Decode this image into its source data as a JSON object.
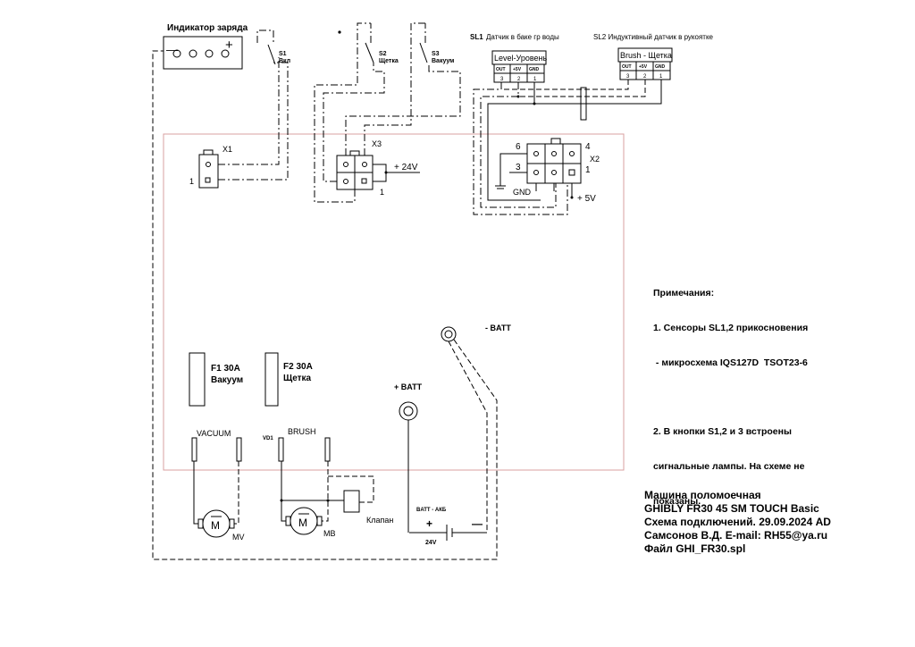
{
  "charge_indicator": {
    "label": "Индикатор заряда",
    "minus": "—",
    "plus": "+"
  },
  "switches": {
    "s1": {
      "id": "S1",
      "name": "Вкл"
    },
    "s2": {
      "id": "S2",
      "name": "Щетка"
    },
    "s3": {
      "id": "S3",
      "name": "Вакуум"
    }
  },
  "sensors": {
    "sl1_id": "SL1",
    "sl1_desc": "Датчик в баке гр воды",
    "sl2": "SL2  Индуктивный датчик в рукоятке",
    "level_title": "Level-Уровень",
    "brush_title": "Brush - Щетка",
    "pins": [
      "OUT",
      "+5V",
      "GND"
    ],
    "pin_nums": [
      "3",
      "2",
      "1"
    ]
  },
  "connectors": {
    "x1": "X1",
    "x1_pin": "1",
    "x3": "X3",
    "x3_pin": "1",
    "x3_power": "+ 24V",
    "x2": "X2",
    "x2_pin6": "6",
    "x2_pin4": "4",
    "x2_pin3": "3",
    "x2_pin1": "1",
    "gnd": "GND",
    "plus5": "+ 5V"
  },
  "notes": {
    "title": "Примечания:",
    "line1": "1. Сенсоры SL1,2 прикосновения",
    "line2": " - микросхема IQS127D  TSOT23-6",
    "line3": "2. В кнопки S1,2 и 3 встроены",
    "line4": "сигнальные лампы. На схеме не",
    "line5": "показаны."
  },
  "battery": {
    "minus": "- BATT",
    "plus": "+ BATT",
    "akb": "BATT - АКБ",
    "voltage": "24V",
    "plus_sign": "+",
    "minus_sign": "—"
  },
  "fuses": {
    "f1_id": "F1  30A",
    "f1_name": "Вакуум",
    "f2_id": "F2  30A",
    "f2_name": "Щетка"
  },
  "motors": {
    "vacuum": "VACUUM",
    "brush": "BRUSH",
    "vd1": "VD1",
    "mv": "MV",
    "mb": "MB",
    "m": "M",
    "valve": "Клапан"
  },
  "title_block": {
    "line1": "Машина поломоечная",
    "line2": "GHIBLY FR30 45 SM TOUCH Basic",
    "line3": "Схема подключений. 29.09.2024 AD",
    "line4": "Самсонов В.Д. E-mail:  RH55@ya.ru",
    "line5": "Файл GHI_FR30.spl"
  },
  "colors": {
    "board_outline": "#d9a0a0",
    "ink": "#000000",
    "background": "#ffffff"
  }
}
